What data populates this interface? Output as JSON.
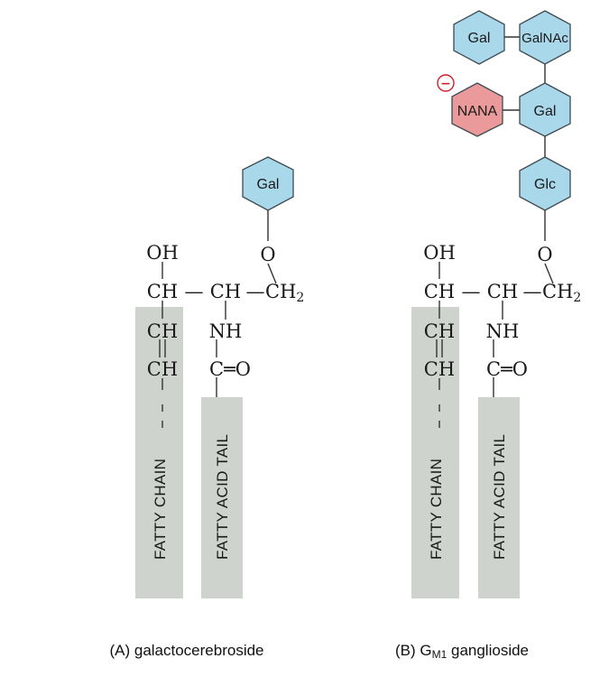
{
  "panel_a": {
    "caption": "(A) galactocerebroside",
    "sugar": "Gal",
    "atoms": {
      "oh": "OH",
      "o": "O",
      "ch1": "CH",
      "dash": "—",
      "ch2": "CH",
      "ch2_end": "CH",
      "ch2_sub": "2",
      "ch_a": "CH",
      "ch_b": "CH",
      "nh": "NH",
      "co": "C═O"
    },
    "chain_label": "FATTY CHAIN",
    "tail_label": "FATTY ACID TAIL"
  },
  "panel_b": {
    "caption_prefix": "(B) G",
    "caption_sub": "M1",
    "caption_suffix": " ganglioside",
    "sugars": {
      "gal_top": "Gal",
      "galnac": "GalNAc",
      "nana": "NANA",
      "gal_mid": "Gal",
      "glc": "Glc"
    },
    "charge": "−",
    "atoms": {
      "oh": "OH",
      "o": "O",
      "ch1": "CH",
      "dash": "—",
      "ch2": "CH",
      "ch2_end": "CH",
      "ch2_sub": "2",
      "ch_a": "CH",
      "ch_b": "CH",
      "nh": "NH",
      "co": "C═O"
    },
    "chain_label": "FATTY CHAIN",
    "tail_label": "FATTY ACID TAIL"
  },
  "colors": {
    "hex_blue": "#a9d8ea",
    "hex_red": "#eb9a9c",
    "band_gray": "#ced3cd",
    "charge_red": "#d11f2a"
  }
}
